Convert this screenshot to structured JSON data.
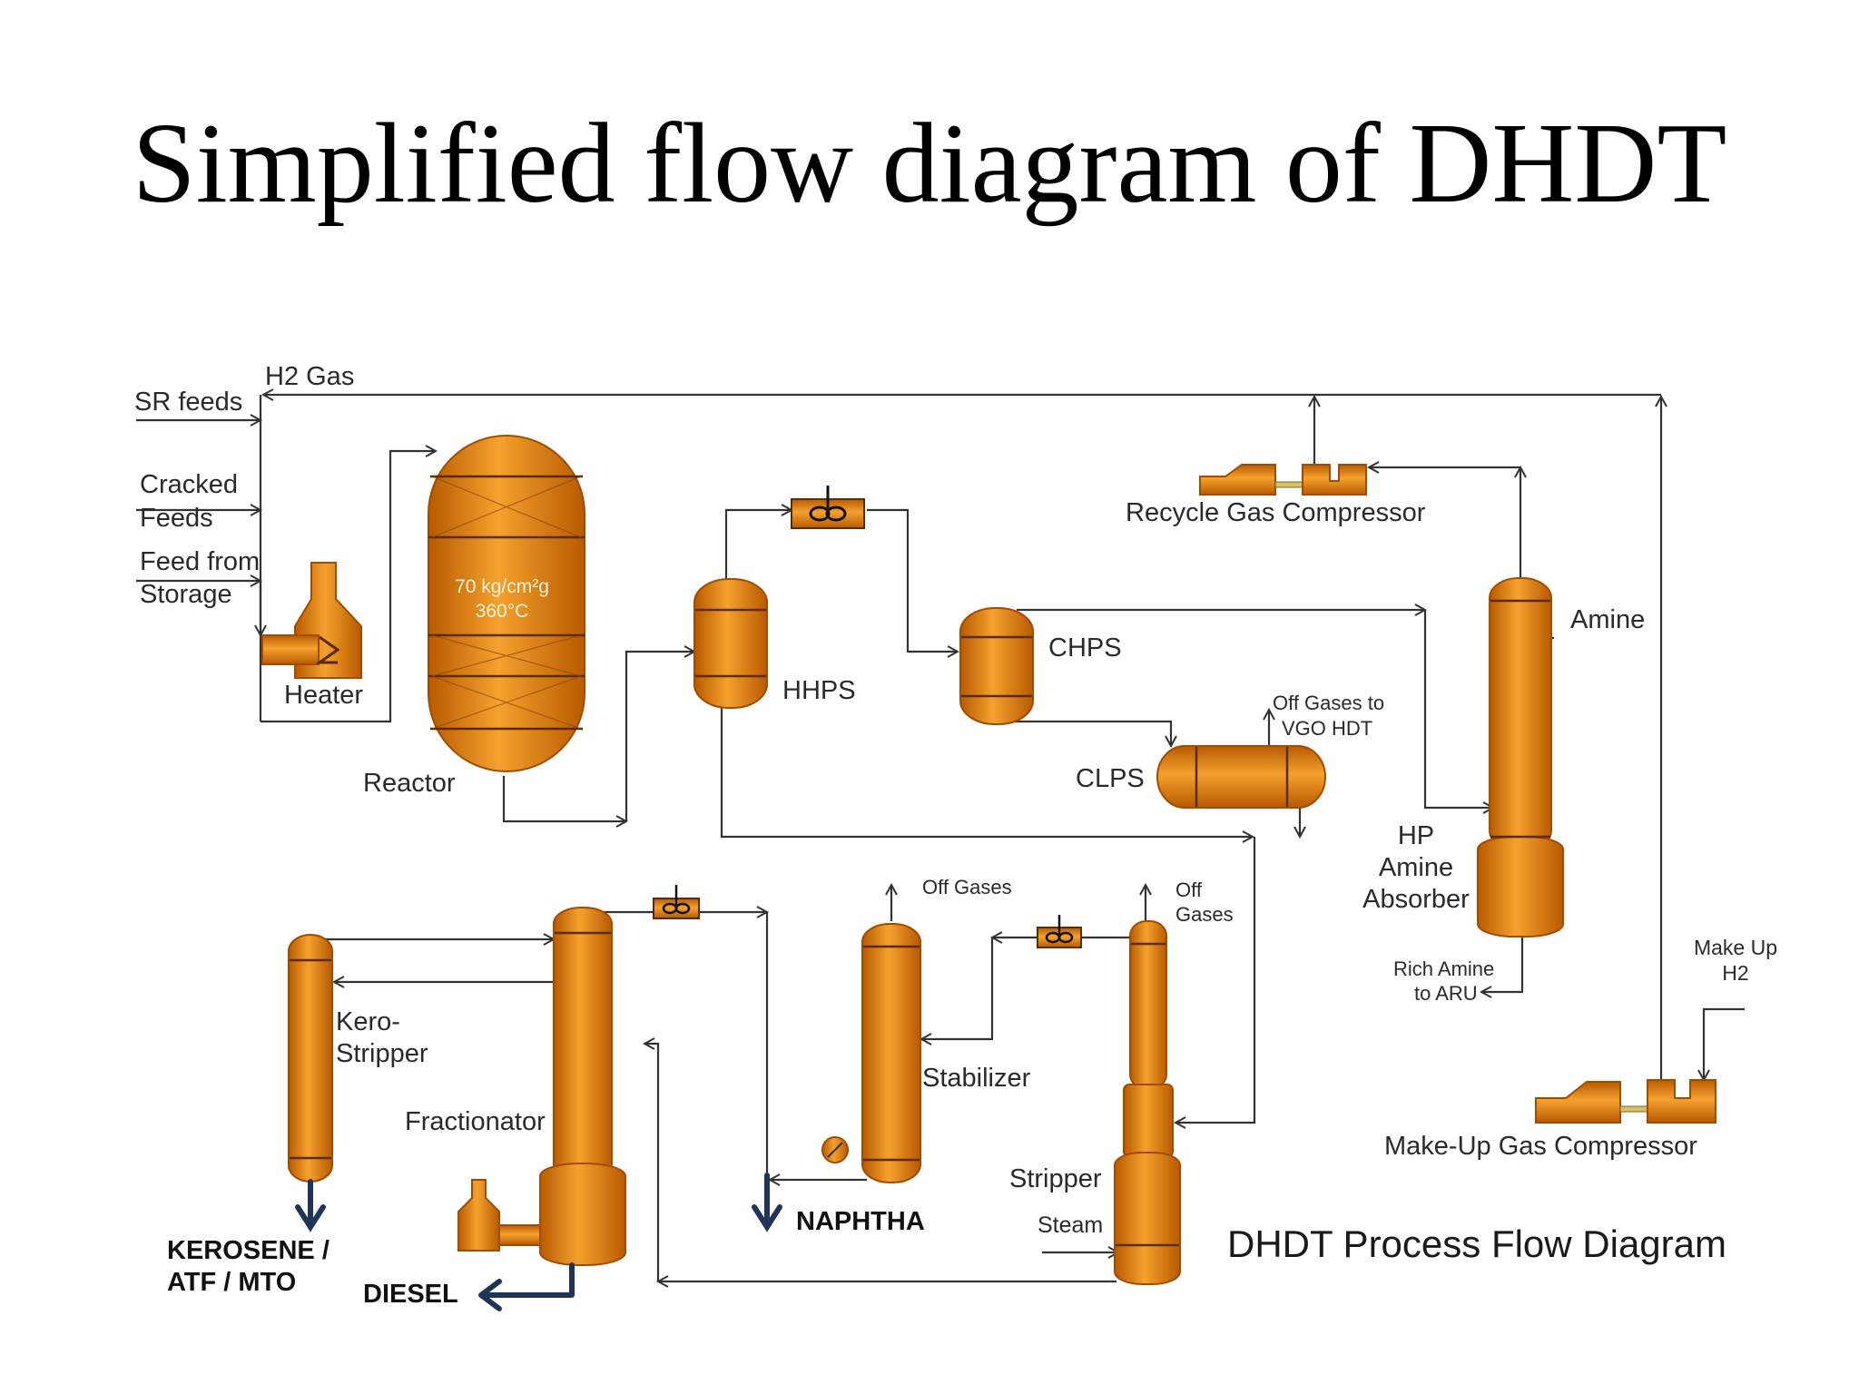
{
  "title": "Simplified flow diagram of DHDT",
  "colors": {
    "vessel": "#e8820c",
    "vessel_dark": "#b85a00",
    "product_arrow": "#1f3557",
    "line": "#333333"
  },
  "labels": {
    "h2_gas": "H2 Gas",
    "sr_feeds": "SR feeds",
    "cracked_1": "Cracked",
    "cracked_2": "Feeds",
    "feed_storage_1": "Feed from",
    "feed_storage_2": "Storage",
    "heater": "Heater",
    "reactor": "Reactor",
    "reactor_pressure": "70 kg/cm²g",
    "reactor_temp": "360°C",
    "hhps": "HHPS",
    "chps": "CHPS",
    "clps": "CLPS",
    "off_gases_vgo_1": "Off Gases to",
    "off_gases_vgo_2": "VGO HDT",
    "recycle_gas_compressor": "Recycle Gas Compressor",
    "amine": "Amine",
    "hp_amine_1": "HP",
    "hp_amine_2": "Amine",
    "hp_amine_3": "Absorber",
    "rich_amine_1": "Rich Amine",
    "rich_amine_2": "to ARU",
    "make_up_h2_1": "Make Up",
    "make_up_h2_2": "H2",
    "make_up_compressor": "Make-Up Gas Compressor",
    "diagram_caption": "DHDT Process Flow Diagram",
    "kero_stripper_1": "Kero-",
    "kero_stripper_2": "Stripper",
    "fractionator": "Fractionator",
    "stabilizer": "Stabilizer",
    "stripper": "Stripper",
    "steam": "Steam",
    "off_gases_stab": "Off Gases",
    "off_gases_strip_1": "Off",
    "off_gases_strip_2": "Gases",
    "kerosene_1": "KEROSENE /",
    "kerosene_2": "ATF / MTO",
    "diesel": "DIESEL",
    "naphtha": "NAPHTHA"
  }
}
